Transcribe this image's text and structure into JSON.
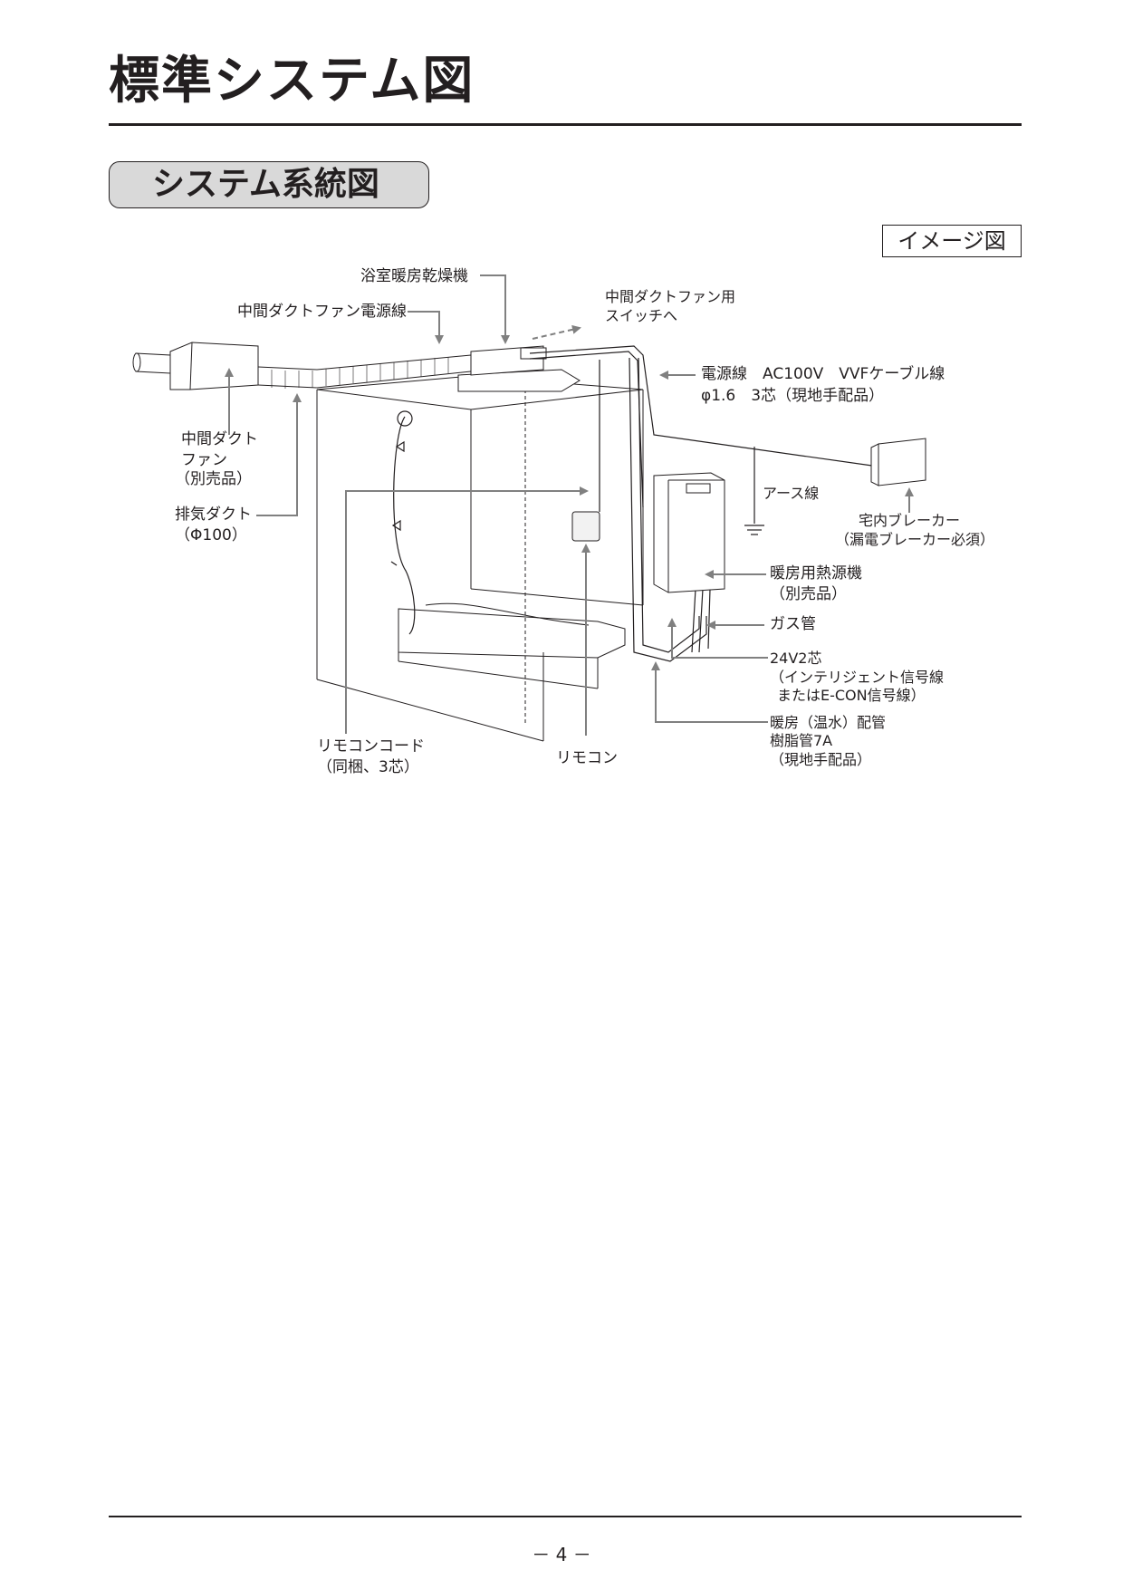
{
  "page": {
    "title": "標準システム図",
    "section_title": "システム系統図",
    "image_badge": "イメージ図",
    "page_number": "－ 4 －"
  },
  "labels": {
    "dryer": "浴室暖房乾燥機",
    "fan_power": "中間ダクトファン電源線",
    "switch_line1": "中間ダクトファン用",
    "switch_line2": "スイッチへ",
    "power_line1": "電源線　AC100V　VVFケーブル線",
    "power_line2": "φ1.6　3芯（現地手配品）",
    "fan_line1": "中間ダクト",
    "fan_line2": "ファン",
    "fan_line3": "（別売品）",
    "exhaust_line1": "排気ダクト",
    "exhaust_line2": "（Φ100）",
    "earth": "アース線",
    "breaker_line1": "宅内ブレーカー",
    "breaker_line2": "（漏電ブレーカー必須）",
    "heater_line1": "暖房用熱源機",
    "heater_line2": "（別売品）",
    "gas": "ガス管",
    "signal_line1": "24V2芯",
    "signal_line2": "（インテリジェント信号線",
    "signal_line3": "またはE-CON信号線）",
    "pipe_line1": "暖房（温水）配管",
    "pipe_line2": "樹脂管7A",
    "pipe_line3": "（現地手配品）",
    "remote_cord_line1": "リモコンコード",
    "remote_cord_line2": "（同梱、3芯）",
    "remote": "リモコン"
  },
  "colors": {
    "ink": "#231f20",
    "arrow_gray": "#808080",
    "tab_fill": "#d9d9d9"
  }
}
